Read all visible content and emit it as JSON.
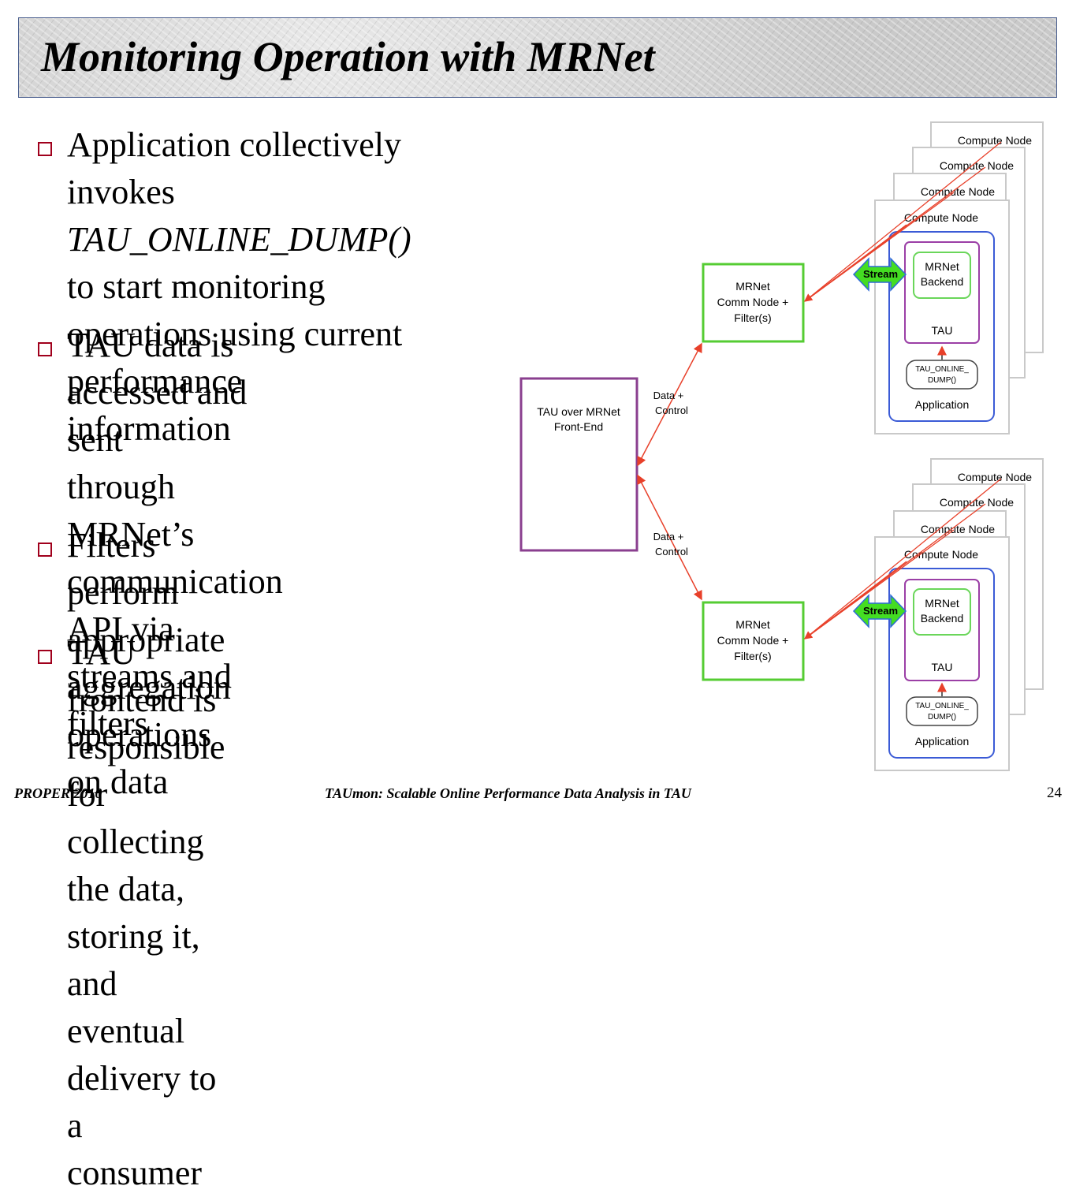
{
  "slide": {
    "title": "Monitoring Operation with MRNet",
    "bullets": [
      {
        "text": "Application collectively invokes\n",
        "italic": "TAU_ONLINE_DUMP()",
        "after": " to start monitoring\noperations using current performance\ninformation"
      },
      {
        "text": "TAU data is accessed and sent\nthrough MRNet’s\ncommunication API via\nstreams and filters"
      },
      {
        "text": "Filters perform appropriate\naggregation operations on data"
      },
      {
        "text": "TAU frontend is responsible for\ncollecting the data, storing it, and\neventual delivery to a consumer"
      }
    ]
  },
  "footer": {
    "left": "PROPER 2010",
    "center": "TAUmon: Scalable Online Performance Data Analysis in TAU",
    "page": "24"
  },
  "diagram": {
    "front_end_label": [
      "TAU over MRNet",
      "Front-End"
    ],
    "comm_node_label": [
      "MRNet",
      "Comm Node +",
      "Filter(s)"
    ],
    "link_label": [
      "Data +",
      "Control"
    ],
    "compute_node_label": "Compute Node",
    "stream_label": "Stream",
    "backend_label": [
      "MRNet",
      "Backend"
    ],
    "tau_label": "TAU",
    "dump_label": [
      "TAU_ONLINE_",
      "DUMP()"
    ],
    "application_label": "Application",
    "colors": {
      "frontend_border": "#8a3f8f",
      "comm_border": "#55cc33",
      "arrow": "#e8402a",
      "stream_fill": "#44dd22",
      "app_border": "#3b5bd6",
      "tau_border": "#9b3fa6",
      "backend_border": "#6ad65a"
    }
  }
}
